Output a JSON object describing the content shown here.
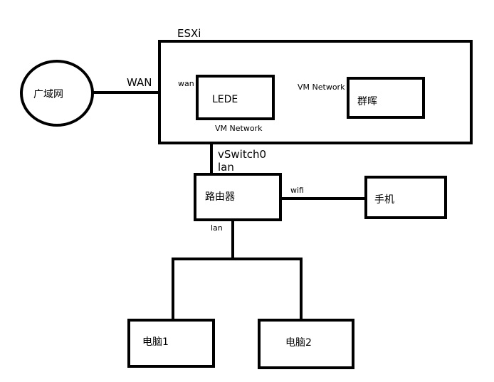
{
  "diagram": {
    "nodes": {
      "internet": "广域网",
      "esxi": "ESXi",
      "lede": "LEDE",
      "synology": "群晖",
      "router": "路由器",
      "phone": "手机",
      "pc1": "电脑1",
      "pc2": "电脑2"
    },
    "edge_labels": {
      "wan_upper": "WAN",
      "wan_lower": "wan",
      "vm_network_right": "VM Network",
      "vm_network_down": "VM Network",
      "vswitch": "vSwitch0",
      "lan_upper": "lan",
      "wifi": "wifi",
      "lan_lower": "lan"
    },
    "colors": {
      "line": "#000000",
      "background": "#ffffff"
    }
  }
}
